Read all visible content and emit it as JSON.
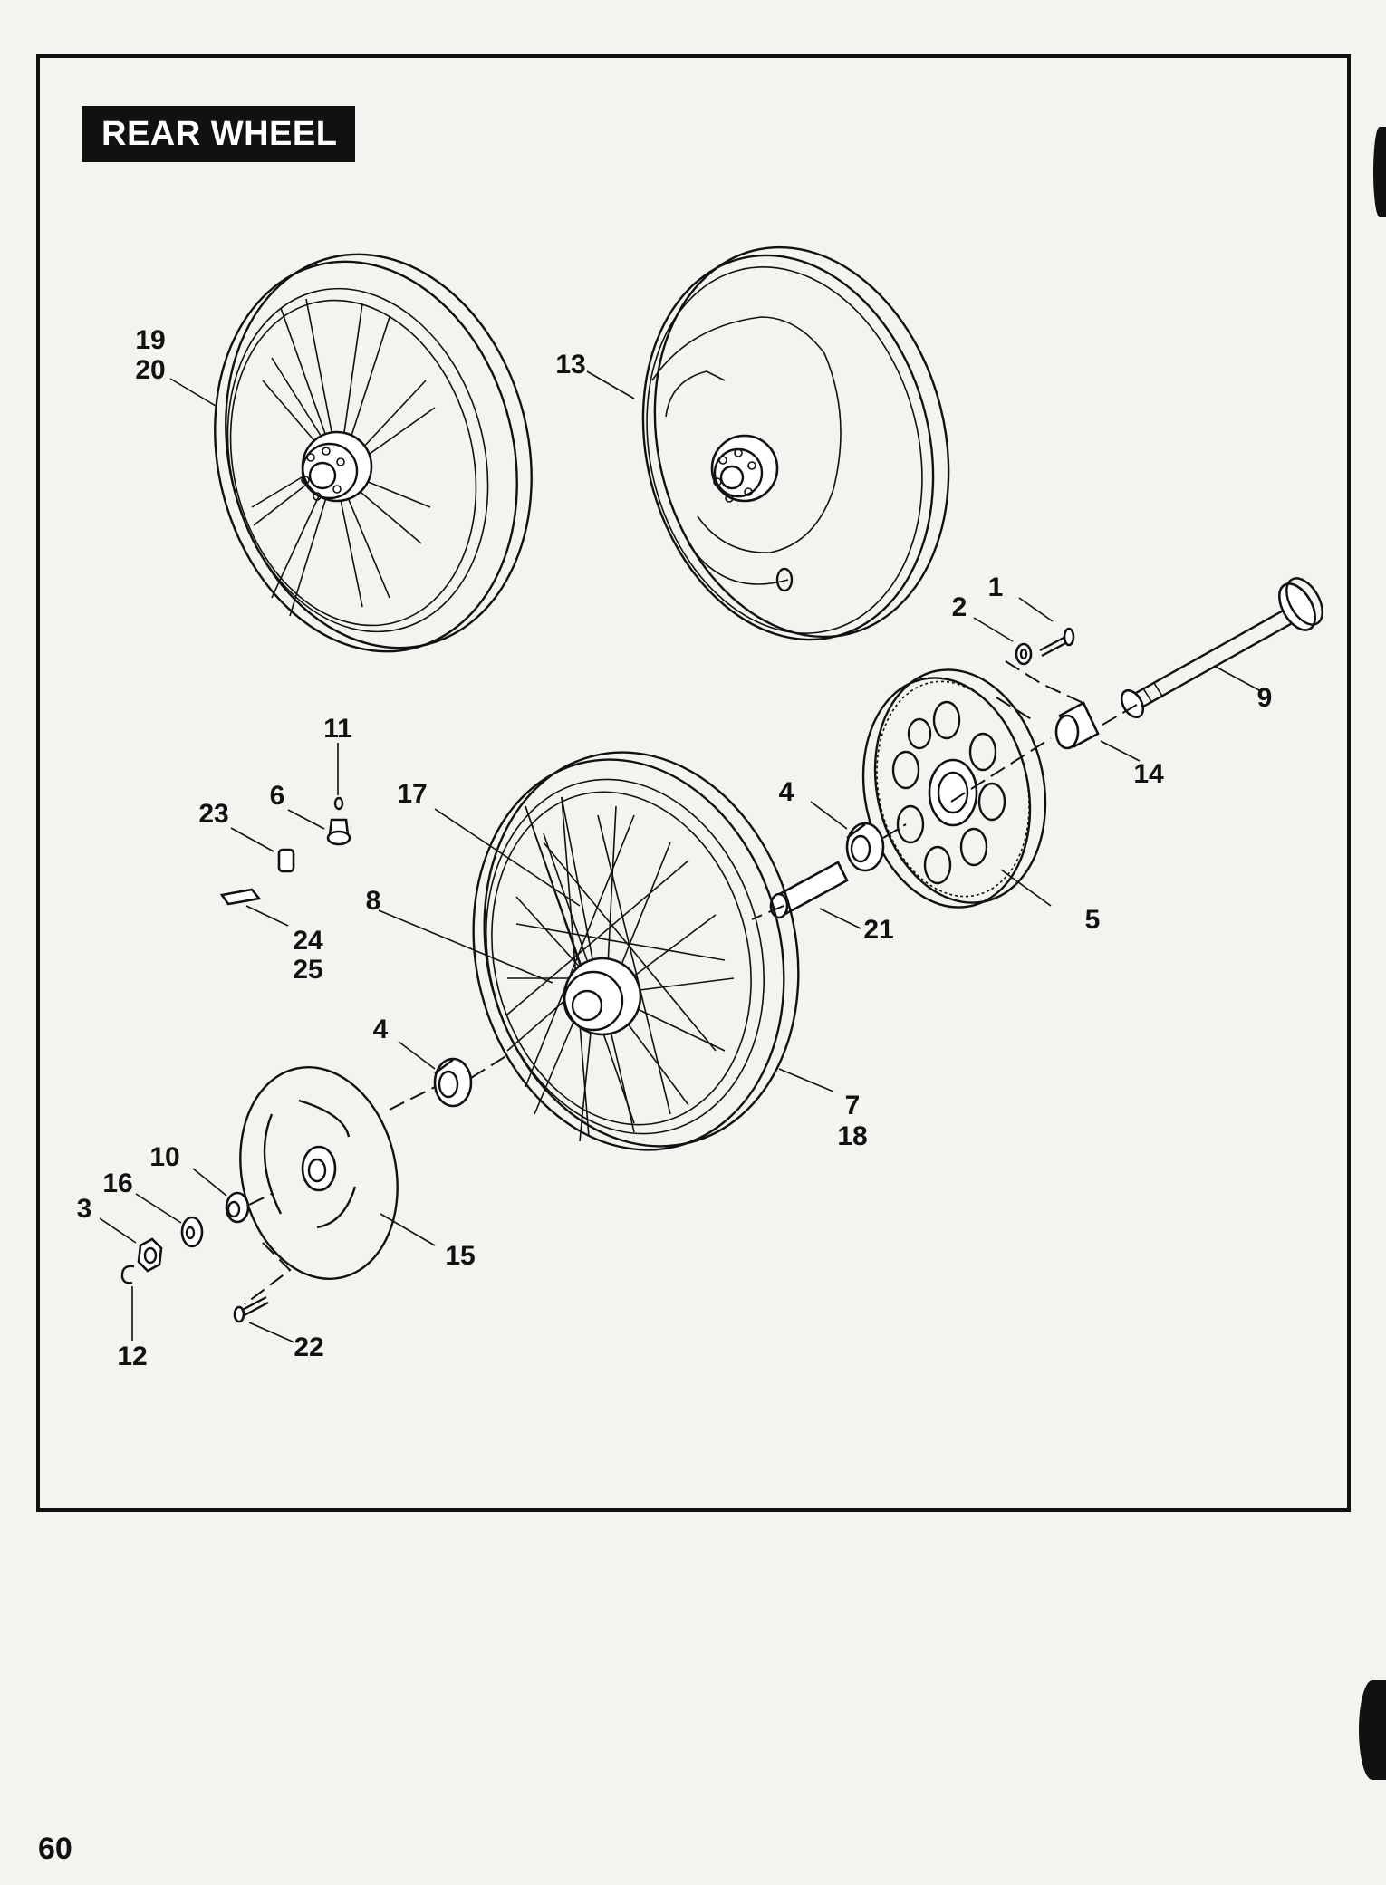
{
  "title": "REAR WHEEL",
  "page_number": "60",
  "callouts": [
    {
      "id": "c1",
      "text": "1"
    },
    {
      "id": "c2",
      "text": "2"
    },
    {
      "id": "c3",
      "text": "3"
    },
    {
      "id": "c4a",
      "text": "4"
    },
    {
      "id": "c4b",
      "text": "4"
    },
    {
      "id": "c5",
      "text": "5"
    },
    {
      "id": "c6",
      "text": "6"
    },
    {
      "id": "c7",
      "text": "7"
    },
    {
      "id": "c8",
      "text": "8"
    },
    {
      "id": "c9",
      "text": "9"
    },
    {
      "id": "c10",
      "text": "10"
    },
    {
      "id": "c11",
      "text": "11"
    },
    {
      "id": "c12",
      "text": "12"
    },
    {
      "id": "c13",
      "text": "13"
    },
    {
      "id": "c14",
      "text": "14"
    },
    {
      "id": "c15",
      "text": "15"
    },
    {
      "id": "c16",
      "text": "16"
    },
    {
      "id": "c17",
      "text": "17"
    },
    {
      "id": "c18",
      "text": "18"
    },
    {
      "id": "c19",
      "text": "19"
    },
    {
      "id": "c20",
      "text": "20"
    },
    {
      "id": "c21",
      "text": "21"
    },
    {
      "id": "c22",
      "text": "22"
    },
    {
      "id": "c23",
      "text": "23"
    },
    {
      "id": "c24",
      "text": "24"
    },
    {
      "id": "c25",
      "text": "25"
    }
  ]
}
